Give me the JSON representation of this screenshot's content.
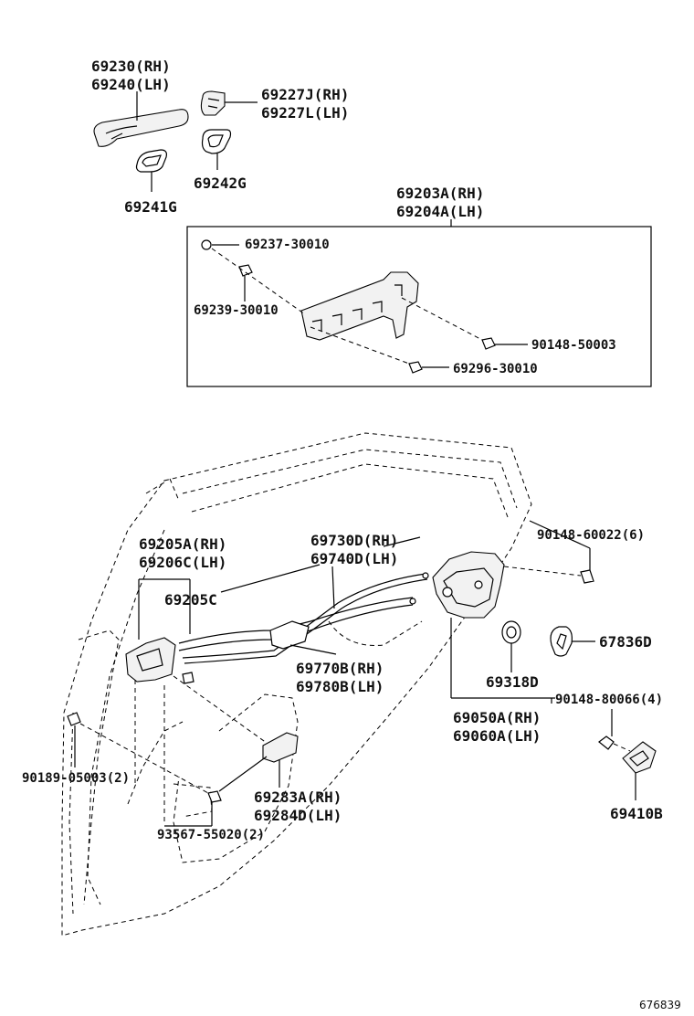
{
  "labels": {
    "p69230": "69230(RH)",
    "p69240": "69240(LH)",
    "p69227J": "69227J(RH)",
    "p69227L": "69227L(LH)",
    "p69242G": "69242G",
    "p69241G": "69241G",
    "p69203A": "69203A(RH)",
    "p69204A": "69204A(LH)",
    "p69237": "69237-30010",
    "p69239": "69239-30010",
    "p90148_50003": "90148-50003",
    "p69296": "69296-30010",
    "p69205A": "69205A(RH)",
    "p69206C": "69206C(LH)",
    "p69205C": "69205C",
    "p69730D": "69730D(RH)",
    "p69740D": "69740D(LH)",
    "p90148_60022": "90148-60022(6)",
    "p67836D": "67836D",
    "p69770B": "69770B(RH)",
    "p69780B": "69780B(LH)",
    "p69318D": "69318D",
    "p69050A": "69050A(RH)",
    "p69060A": "69060A(LH)",
    "p90148_80066": "90148-80066(4)",
    "p90189": "90189-05003(2)",
    "p69283A": "69283A(RH)",
    "p69284D": "69284D(LH)",
    "p93567": "93567-55020(2)",
    "p69410B": "69410B"
  },
  "diagram_id": "676839"
}
